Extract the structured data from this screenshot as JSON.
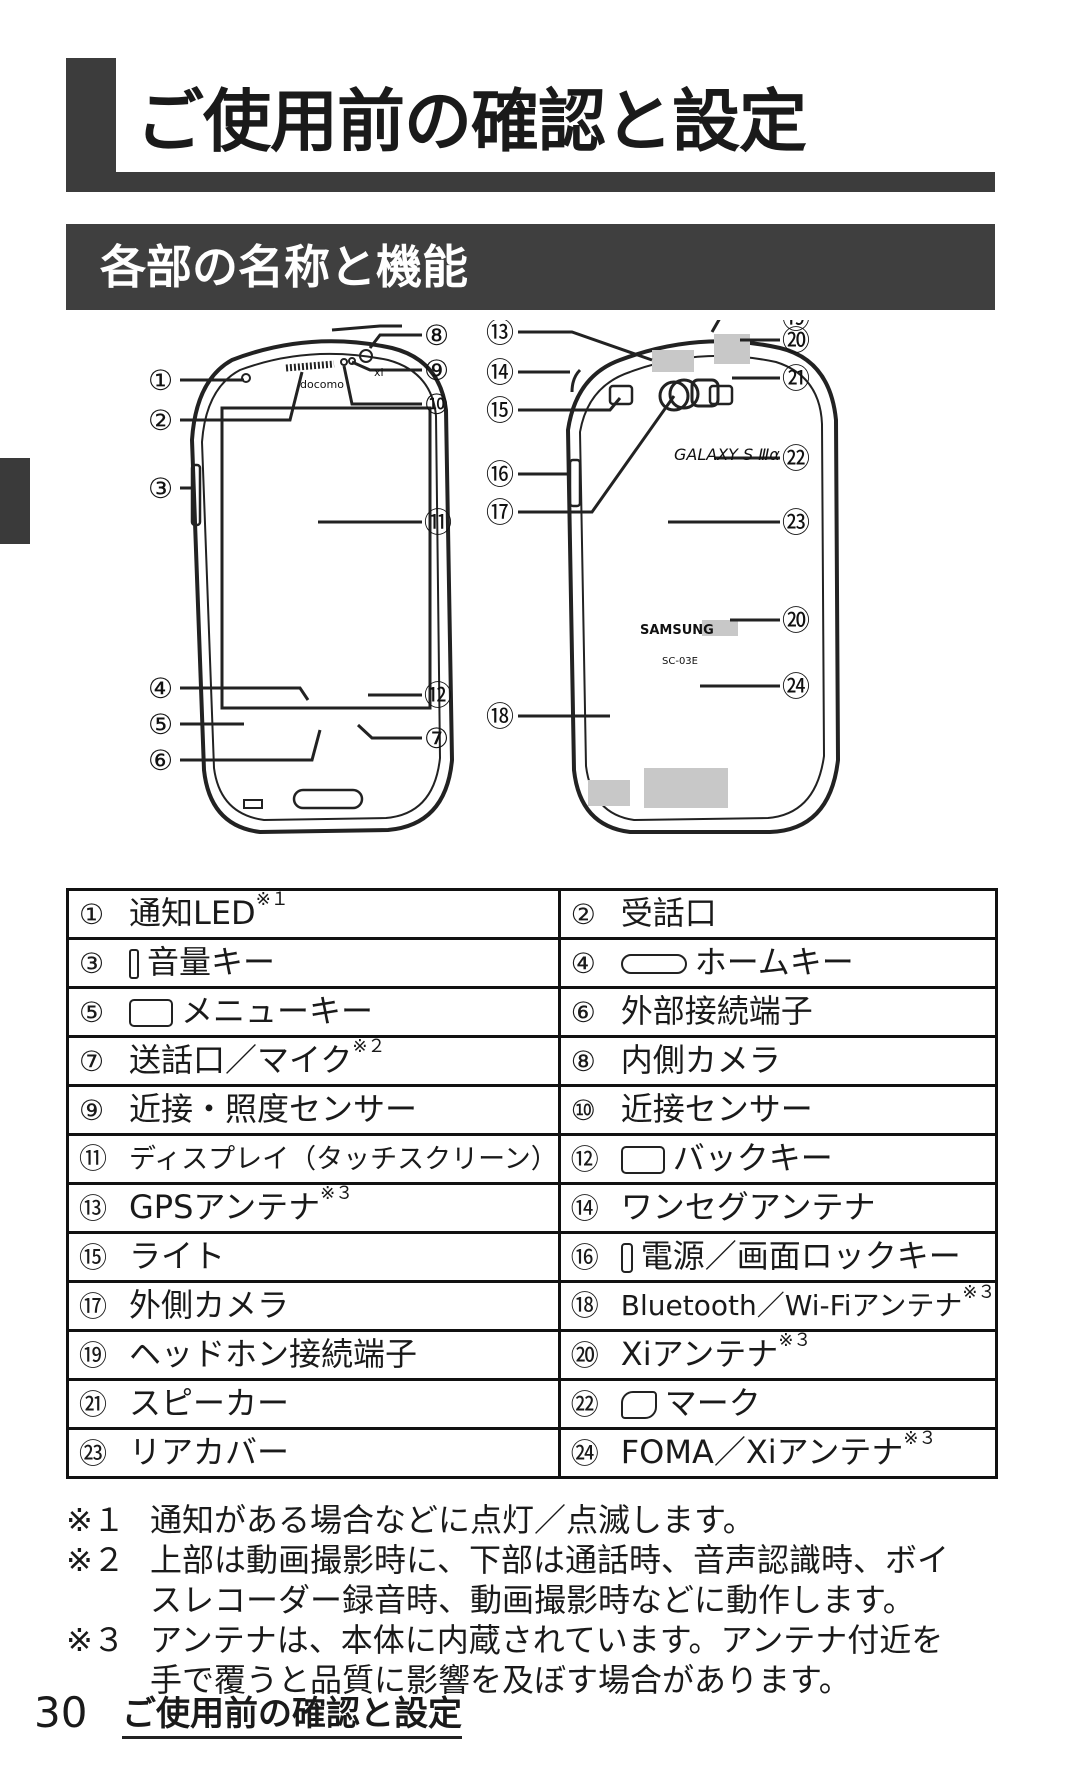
{
  "header": {
    "title": "ご使用前の確認と設定",
    "section": "各部の名称と機能"
  },
  "diagram": {
    "front_callouts": [
      "①",
      "②",
      "③",
      "④",
      "⑤",
      "⑥",
      "⑦",
      "⑧",
      "⑨",
      "⑩",
      "⑪",
      "⑫",
      "⑦"
    ],
    "back_callouts": [
      "⑬",
      "⑭",
      "⑮",
      "⑯",
      "⑰",
      "⑱",
      "⑲",
      "⑳",
      "㉑",
      "㉒",
      "㉓",
      "⑳",
      "㉔"
    ],
    "front_brand": "docomo",
    "front_xi": "xi",
    "back_logo": "GALAXY S Ⅲα",
    "back_brand": "SAMSUNG",
    "back_model": "SC-03E"
  },
  "parts": [
    {
      "n": "①",
      "t": "通知LED",
      "s": "※１"
    },
    {
      "n": "②",
      "t": "受話口",
      "s": ""
    },
    {
      "n": "③",
      "t": "音量キー",
      "s": ""
    },
    {
      "n": "④",
      "t": "ホームキー",
      "s": ""
    },
    {
      "n": "⑤",
      "t": "メニューキー",
      "s": ""
    },
    {
      "n": "⑥",
      "t": "外部接続端子",
      "s": ""
    },
    {
      "n": "⑦",
      "t": "送話口／マイク",
      "s": "※２"
    },
    {
      "n": "⑧",
      "t": "内側カメラ",
      "s": ""
    },
    {
      "n": "⑨",
      "t": "近接・照度センサー",
      "s": ""
    },
    {
      "n": "⑩",
      "t": "近接センサー",
      "s": ""
    },
    {
      "n": "⑪",
      "t": "ディスプレイ（タッチスクリーン）",
      "s": ""
    },
    {
      "n": "⑫",
      "t": "バックキー",
      "s": ""
    },
    {
      "n": "⑬",
      "t": "GPSアンテナ",
      "s": "※３"
    },
    {
      "n": "⑭",
      "t": "ワンセグアンテナ",
      "s": ""
    },
    {
      "n": "⑮",
      "t": "ライト",
      "s": ""
    },
    {
      "n": "⑯",
      "t": "電源／画面ロックキー",
      "s": ""
    },
    {
      "n": "⑰",
      "t": "外側カメラ",
      "s": ""
    },
    {
      "n": "⑱",
      "t": "Bluetooth／Wi-Fiアンテナ",
      "s": "※３"
    },
    {
      "n": "⑲",
      "t": "ヘッドホン接続端子",
      "s": ""
    },
    {
      "n": "⑳",
      "t": "Xiアンテナ",
      "s": "※３"
    },
    {
      "n": "㉑",
      "t": "スピーカー",
      "s": ""
    },
    {
      "n": "㉒",
      "t": "マーク",
      "s": ""
    },
    {
      "n": "㉓",
      "t": "リアカバー",
      "s": ""
    },
    {
      "n": "㉔",
      "t": "FOMA／Xiアンテナ",
      "s": "※３"
    }
  ],
  "notes": [
    {
      "mark": "※１",
      "lines": [
        "通知がある場合などに点灯／点滅します。"
      ]
    },
    {
      "mark": "※２",
      "lines": [
        "上部は動画撮影時に、下部は通話時、音声認識時、ボイ",
        "スレコーダー録音時、動画撮影時などに動作します。"
      ]
    },
    {
      "mark": "※３",
      "lines": [
        "アンテナは、本体に内蔵されています。アンテナ付近を",
        "手で覆うと品質に影響を及ぼす場合があります。"
      ]
    }
  ],
  "footer": {
    "page": "30",
    "title": "ご使用前の確認と設定"
  }
}
